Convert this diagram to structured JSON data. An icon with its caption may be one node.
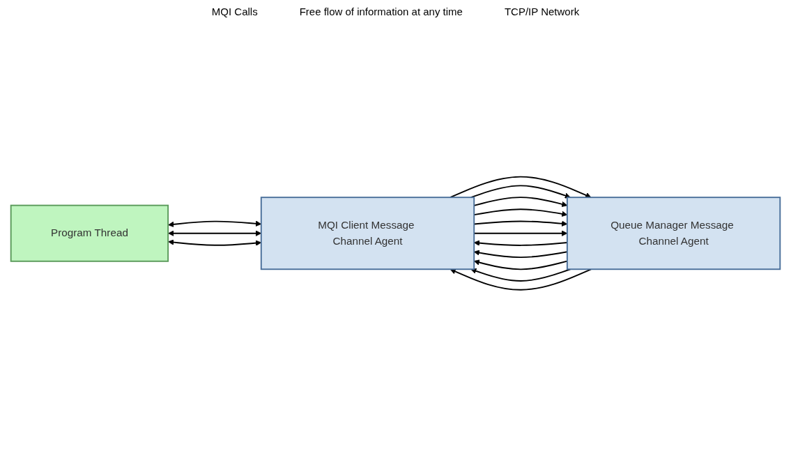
{
  "diagram": {
    "nodes": [
      {
        "text": [
          "Program Thread"
        ]
      },
      {
        "text": [
          "MQI Client Message Channel Agent"
        ]
      },
      {
        "text": [
          "Queue Manager Message Channel Agent"
        ]
      }
    ],
    "edges": [
      {
        "from": 0,
        "to": 1,
        "arrow": "both"
      },
      {
        "from": 0,
        "to": 1,
        "arrow": "both"
      },
      {
        "from": 0,
        "to": 1,
        "arrow": "both"
      },
      {
        "from": 1,
        "to": 2,
        "arrow": "to"
      },
      {
        "from": 2,
        "to": 1,
        "arrow": "to"
      },
      {
        "from": 2,
        "to": 1,
        "arrow": "to"
      },
      {
        "from": 1,
        "to": 2,
        "arrow": "to"
      },
      {
        "from": 2,
        "to": 1,
        "arrow": "to"
      },
      {
        "from": 1,
        "to": 2,
        "arrow": "to"
      },
      {
        "from": 2,
        "to": 1,
        "arrow": "to"
      },
      {
        "from": 1,
        "to": 2,
        "arrow": "to"
      },
      {
        "from": 1,
        "to": 2,
        "arrow": "to"
      },
      {
        "from": 1,
        "to": 2,
        "arrow": "to"
      },
      {
        "from": 2,
        "to": 1,
        "arrow": "to"
      }
    ],
    "labels": [
      "MQI Calls",
      "Free flow of information at any time",
      "TCP/IP Network"
    ]
  }
}
